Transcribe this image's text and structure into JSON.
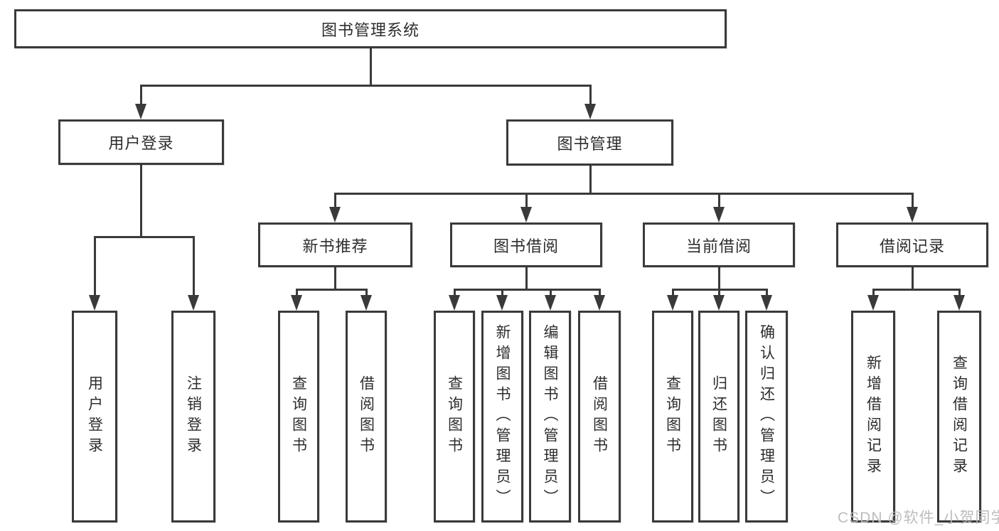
{
  "diagram": {
    "title": "图书管理系统",
    "root": {
      "label": "图书管理系统"
    },
    "level2": [
      {
        "label": "用户登录"
      },
      {
        "label": "图书管理"
      }
    ],
    "level3": [
      {
        "label": "新书推荐",
        "parent": "图书管理"
      },
      {
        "label": "图书借阅",
        "parent": "图书管理"
      },
      {
        "label": "当前借阅",
        "parent": "图书管理"
      },
      {
        "label": "借阅记录",
        "parent": "图书管理"
      }
    ],
    "leaves": [
      {
        "label": "用户登录",
        "parent": "用户登录"
      },
      {
        "label": "注销登录",
        "parent": "用户登录"
      },
      {
        "label": "查询图书",
        "parent": "新书推荐"
      },
      {
        "label": "借阅图书",
        "parent": "新书推荐"
      },
      {
        "label": "查询图书",
        "parent": "图书借阅"
      },
      {
        "label": "新增图书（管理员）",
        "parent": "图书借阅"
      },
      {
        "label": "编辑图书（管理员）",
        "parent": "图书借阅"
      },
      {
        "label": "借阅图书",
        "parent": "图书借阅"
      },
      {
        "label": "查询图书",
        "parent": "当前借阅"
      },
      {
        "label": "归还图书",
        "parent": "当前借阅"
      },
      {
        "label": "确认归还（管理员）",
        "parent": "当前借阅"
      },
      {
        "label": "新增借阅记录",
        "parent": "借阅记录"
      },
      {
        "label": "查询借阅记录",
        "parent": "借阅记录"
      }
    ]
  },
  "watermark": "CSDN @软件_小贺同学",
  "colors": {
    "line": "#3a3a3a",
    "box_border": "#3a3a3a",
    "box_fill": "#ffffff",
    "text": "#2d2d2d",
    "watermark": "#b9b9b9",
    "background": "#ffffff"
  }
}
